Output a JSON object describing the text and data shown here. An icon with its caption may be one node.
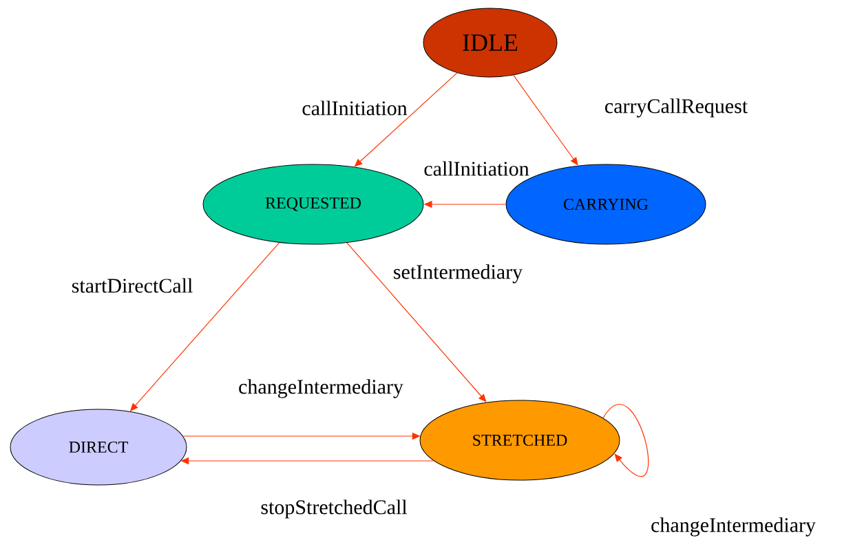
{
  "diagram": {
    "nodes": [
      {
        "text": [
          "IDLE"
        ]
      },
      {
        "text": [
          "REQUESTED"
        ]
      },
      {
        "text": [
          "CARRYING"
        ]
      },
      {
        "text": [
          "DIRECT"
        ]
      },
      {
        "text": [
          "STRETCHED"
        ]
      }
    ],
    "edges": [
      {
        "from": 0,
        "to": 1,
        "arrow": "to",
        "label": "callInitiation"
      },
      {
        "from": 0,
        "to": 2,
        "arrow": "to",
        "label": "carryCallRequest"
      },
      {
        "from": 2,
        "to": 1,
        "arrow": "to",
        "label": "callInitiation"
      },
      {
        "from": 1,
        "to": 3,
        "arrow": "to",
        "label": "startDirectCall"
      },
      {
        "from": 1,
        "to": 4,
        "arrow": "to",
        "label": "setIntermediary"
      },
      {
        "from": 3,
        "to": 4,
        "arrow": "to",
        "label": "changeIntermediary"
      },
      {
        "from": 4,
        "to": 3,
        "arrow": "to",
        "label": "stopStretchedCall"
      },
      {
        "from": 4,
        "to": 4,
        "arrow": "to",
        "label": "changeIntermediary"
      }
    ]
  }
}
